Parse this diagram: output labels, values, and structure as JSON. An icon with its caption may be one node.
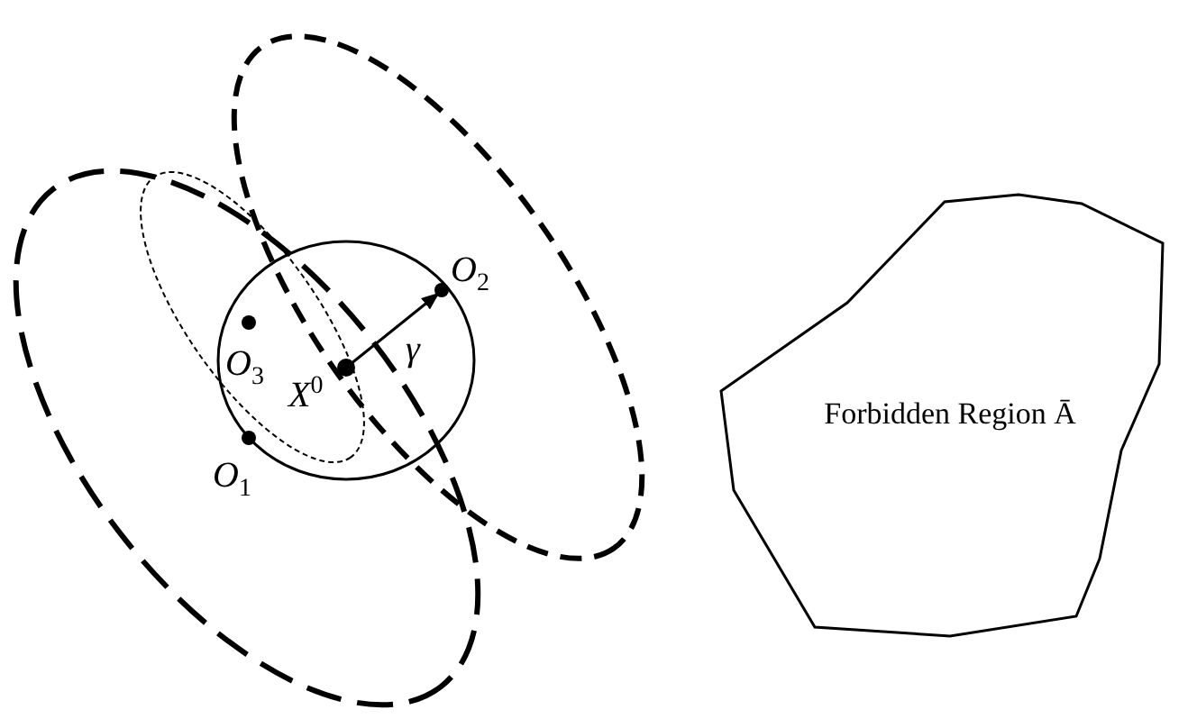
{
  "diagram": {
    "nodes": [
      {
        "text": [
          "Forbidden Region Ā"
        ]
      }
    ],
    "labels": [
      "*O*$_{2}$",
      "*O*$_{3}$",
      "γ",
      "*X*$^{0}$",
      "*O*$_{1}$"
    ]
  }
}
